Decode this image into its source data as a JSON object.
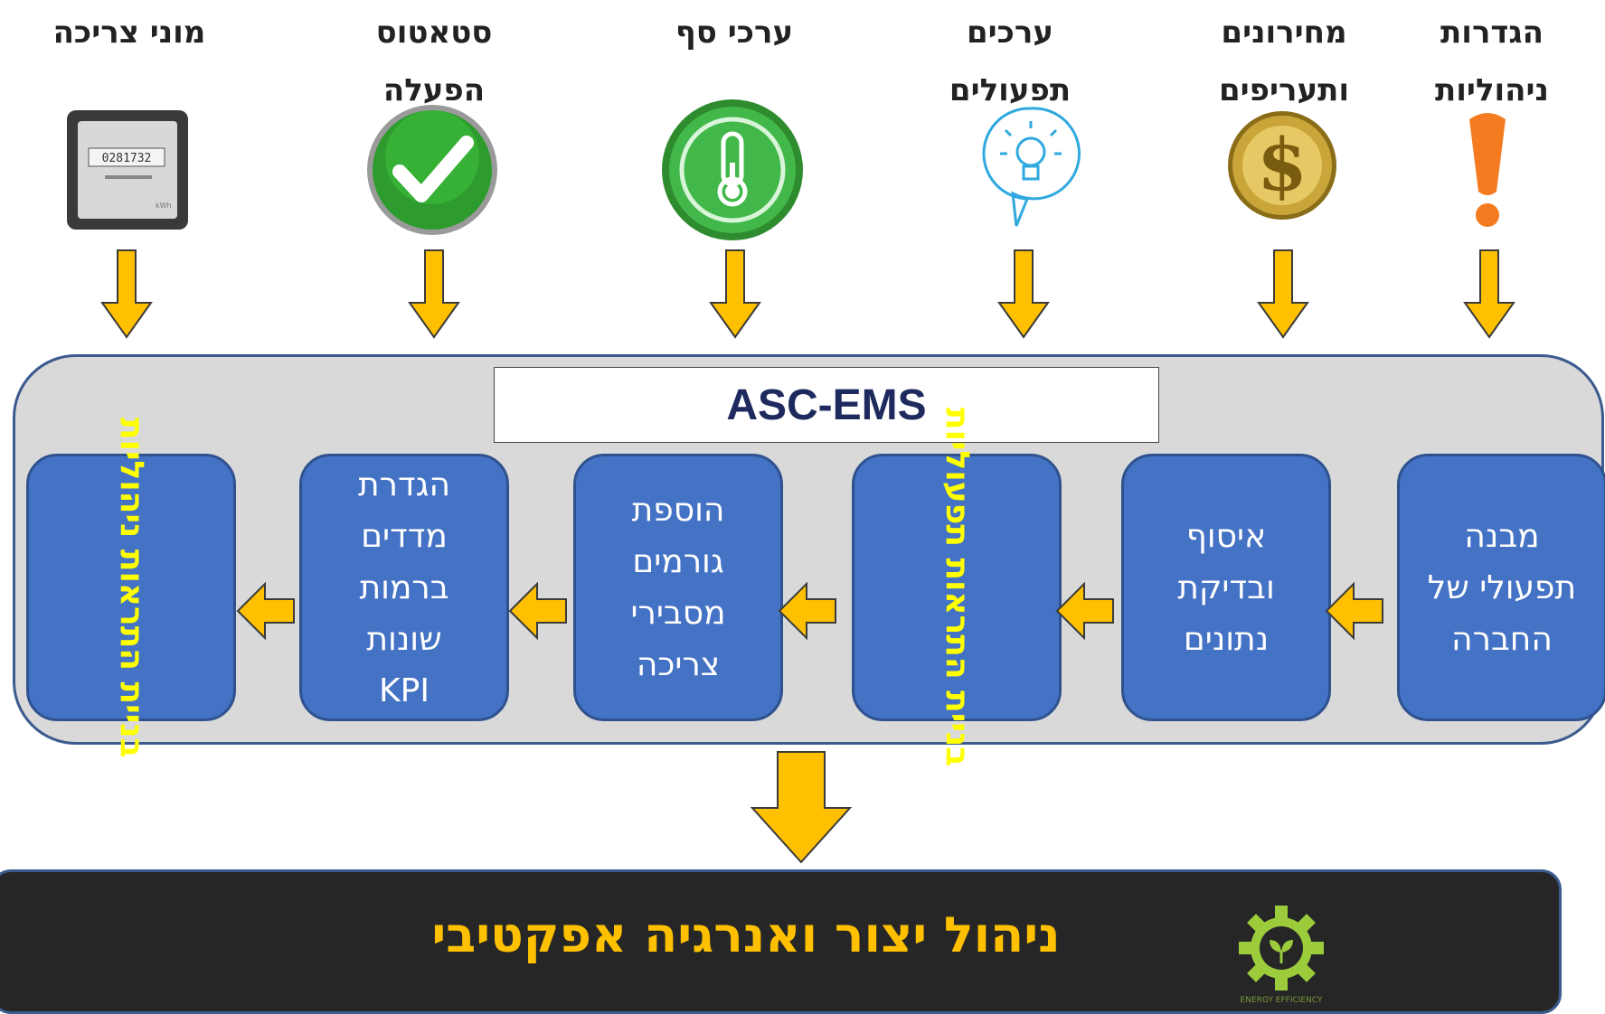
{
  "inputs": [
    {
      "label": "הגדרות ניהוליות",
      "icon": "exclamation-icon"
    },
    {
      "label": "מחירונים ותעריפים",
      "icon": "dollar-coin-icon"
    },
    {
      "label": "ערכים תפעולים",
      "icon": "lightbulb-icon"
    },
    {
      "label": "ערכי סף",
      "icon": "thermometer-icon"
    },
    {
      "label": "סטאטוס הפעלה",
      "icon": "checkmark-icon"
    },
    {
      "label": "מוני צריכה",
      "icon": "meter-icon"
    }
  ],
  "platform": {
    "title": "ASC-EMS",
    "steps": [
      {
        "text": "מבנה תפעולי של החברה",
        "emphasis": false
      },
      {
        "text": "איסוף ובדיקת נתונים",
        "emphasis": false
      },
      {
        "text": "בניית התראות תפעוליות",
        "emphasis": true
      },
      {
        "text": "הוספת גורמים מסבירי צריכה",
        "emphasis": false
      },
      {
        "text": "הגדרת מדדים ברמות שונות KPI",
        "emphasis": false
      },
      {
        "text": "בניית התראות ניהוליות",
        "emphasis": true
      }
    ]
  },
  "output": {
    "title": "ניהול יצור ואנרגיה אפקטיבי",
    "logo_icon": "gear-leaf-logo-icon",
    "logo_caption": "ENERGY EFFICIENCY"
  },
  "colors": {
    "arrow_fill": "#ffc000",
    "step_box": "#4472c4",
    "platform": "#d9d9d9",
    "footer": "#262626",
    "emphasis_text": "#ffff00"
  }
}
